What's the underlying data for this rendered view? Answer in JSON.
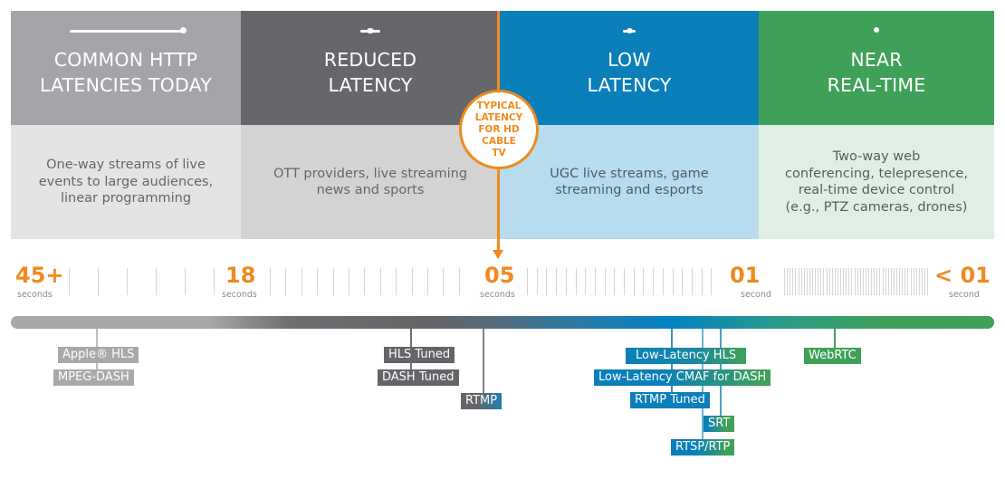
{
  "columns": [
    {
      "title": [
        "COMMON HTTP",
        "LATENCIES TODAY"
      ],
      "description": [
        "One-way streams of live",
        "events to large audiences,",
        "linear programming"
      ],
      "header_color": "#a5a5a9",
      "body_color": "#e4e4e6",
      "icon": "long-latency-line-icon"
    },
    {
      "title": [
        "REDUCED",
        "LATENCY"
      ],
      "description": [
        "OTT providers, live streaming",
        "news and sports"
      ],
      "header_color": "#66676b",
      "body_color": "#d3d3d4",
      "icon": "short-latency-line-icon"
    },
    {
      "title": [
        "LOW",
        "LATENCY"
      ],
      "description": [
        "UGC live streams, game",
        "streaming and esports"
      ],
      "header_color": "#0a7fba",
      "body_color": "#b7dcee",
      "icon": "shorter-latency-line-icon"
    },
    {
      "title": [
        "NEAR",
        "REAL-TIME"
      ],
      "description": [
        "Two-way web",
        "conferencing, telepresence,",
        "real-time device control",
        "(e.g., PTZ cameras, drones)"
      ],
      "header_color": "#3fa158",
      "body_color": "#e0efe3",
      "icon": "dot-latency-icon"
    }
  ],
  "marker": {
    "label": [
      "TYPICAL",
      "LATENCY",
      "FOR HD",
      "CABLE",
      "TV"
    ],
    "value_seconds": 5,
    "color": "#f08a1d"
  },
  "scale": [
    {
      "value": "45+",
      "unit": "seconds"
    },
    {
      "value": "18",
      "unit": "seconds"
    },
    {
      "value": "05",
      "unit": "seconds"
    },
    {
      "value": "01",
      "unit": "second"
    },
    {
      "value": "< 01",
      "unit": "second"
    }
  ],
  "protocols": [
    {
      "name": "Apple® HLS",
      "group": "common"
    },
    {
      "name": "MPEG-DASH",
      "group": "common"
    },
    {
      "name": "HLS Tuned",
      "group": "reduced"
    },
    {
      "name": "DASH Tuned",
      "group": "reduced"
    },
    {
      "name": "RTMP",
      "group": "reduced"
    },
    {
      "name": "Low-Latency HLS",
      "group": "low"
    },
    {
      "name": "Low-Latency CMAF for DASH",
      "group": "low"
    },
    {
      "name": "RTMP Tuned",
      "group": "low"
    },
    {
      "name": "SRT",
      "group": "low"
    },
    {
      "name": "RTSP/RTP",
      "group": "low"
    },
    {
      "name": "WebRTC",
      "group": "near-real-time"
    }
  ]
}
